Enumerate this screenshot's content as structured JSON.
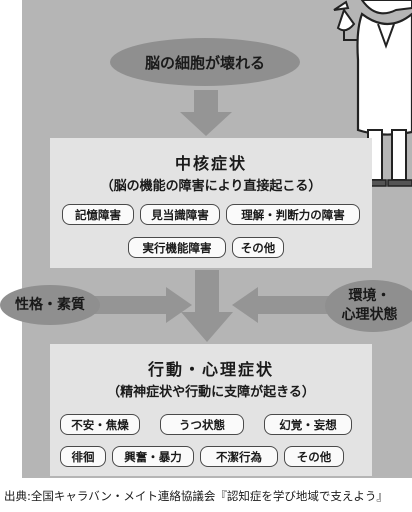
{
  "top": {
    "label": "脳の細胞が壊れる"
  },
  "core": {
    "title": "中核症状",
    "subtitle": "（脳の機能の障害により直接起こる）",
    "tags": [
      "記憶障害",
      "見当識障害",
      "理解・判断力の障害",
      "実行機能障害",
      "その他"
    ]
  },
  "left_factor": "性格・素質",
  "right_factor": {
    "line1": "環境・",
    "line2": "心理状態"
  },
  "bpsd": {
    "title": "行動・心理症状",
    "subtitle": "（精神症状や行動に支障が起きる）",
    "tags": [
      "不安・焦燥",
      "うつ状態",
      "幻覚・妄想",
      "徘徊",
      "興奮・暴力",
      "不潔行為",
      "その他"
    ]
  },
  "source": "出典:全国キャラバン・メイト連絡協議会『認知症を学び地域で支えよう』",
  "colors": {
    "panel": "#b5b5b5",
    "box": "#e3e3e3",
    "oval": "#8f8f8f",
    "arrow": "#959595"
  }
}
